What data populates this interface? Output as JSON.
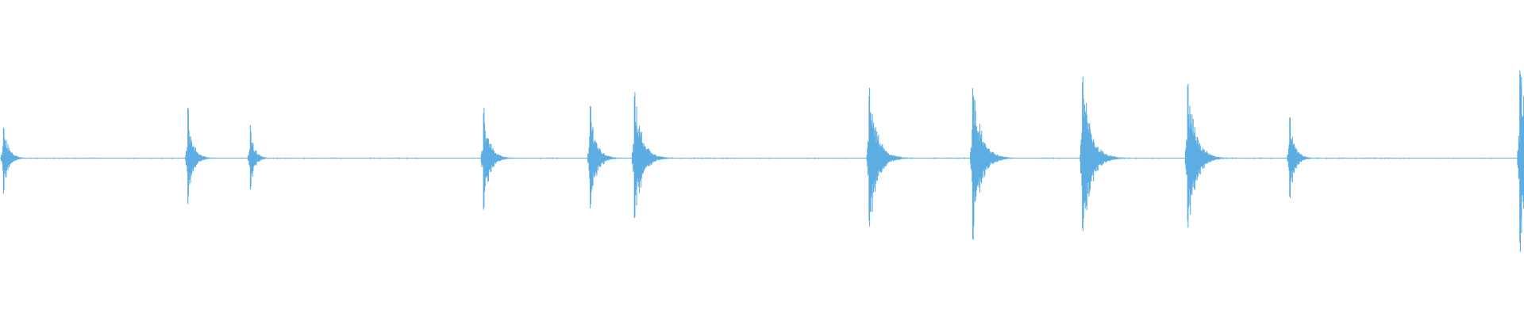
{
  "waveform": {
    "color": "#5dade2",
    "background": "#ffffff",
    "transients": [
      {
        "t": 0.002,
        "amp": 0.24
      },
      {
        "t": 0.123,
        "amp": 0.28
      },
      {
        "t": 0.164,
        "amp": 0.2
      },
      {
        "t": 0.317,
        "amp": 0.33
      },
      {
        "t": 0.387,
        "amp": 0.34
      },
      {
        "t": 0.416,
        "amp": 0.44
      },
      {
        "t": 0.57,
        "amp": 0.48
      },
      {
        "t": 0.638,
        "amp": 0.5
      },
      {
        "t": 0.71,
        "amp": 0.52
      },
      {
        "t": 0.779,
        "amp": 0.48
      },
      {
        "t": 0.846,
        "amp": 0.26
      },
      {
        "t": 0.997,
        "amp": 0.6
      }
    ],
    "noise_segments": [
      [
        0.01,
        0.066
      ],
      [
        0.078,
        0.114
      ],
      [
        0.13,
        0.16
      ],
      [
        0.17,
        0.278
      ],
      [
        0.296,
        0.298
      ],
      [
        0.322,
        0.376
      ],
      [
        0.394,
        0.412
      ],
      [
        0.425,
        0.556
      ],
      [
        0.577,
        0.633
      ],
      [
        0.645,
        0.7
      ],
      [
        0.717,
        0.767
      ],
      [
        0.786,
        0.836
      ],
      [
        0.85,
        0.98
      ]
    ]
  }
}
